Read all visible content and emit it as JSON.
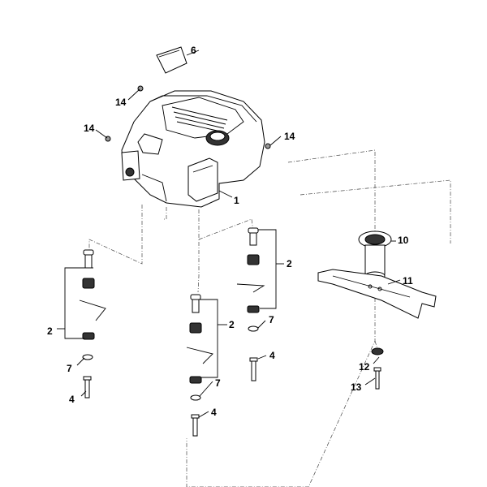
{
  "callouts": {
    "engine": "1",
    "spacer_left": "2",
    "spacer_mid": "2",
    "spacer_right": "2",
    "bolt_left": "4",
    "bolt_mid": "4",
    "bolt_right": "4",
    "cover": "6",
    "washer_left": "7",
    "washer_mid": "7",
    "washer_right": "7",
    "blade_hub": "10",
    "blade": "11",
    "blade_washer": "12",
    "blade_bolt": "13",
    "plug_top": "14",
    "plug_left": "14",
    "plug_right": "14"
  }
}
